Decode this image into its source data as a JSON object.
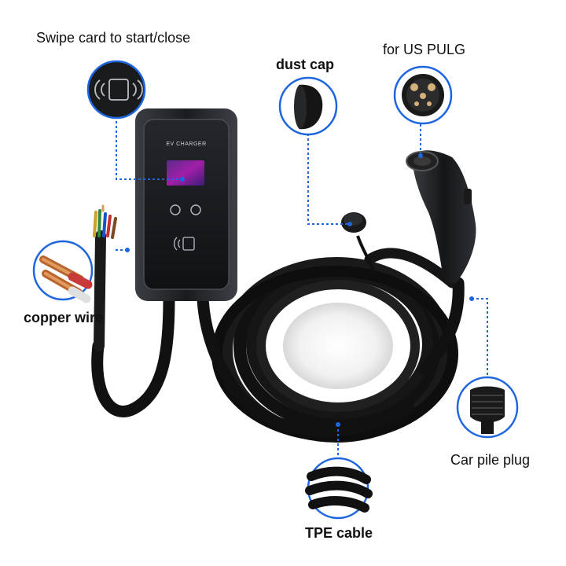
{
  "labels": {
    "swipe_card": "Swipe card to start/close",
    "dust_cap": "dust cap",
    "us_plug": "for US PULG",
    "copper_wire": "copper wire",
    "car_pile_plug": "Car pile plug",
    "tpe_cable": "TPE cable"
  },
  "device": {
    "brand_text": "EV CHARGER"
  },
  "colors": {
    "callout_ring": "#1e66e0",
    "leader_line": "#1e66e0",
    "cable": "#111111",
    "housing": "#26282c"
  }
}
